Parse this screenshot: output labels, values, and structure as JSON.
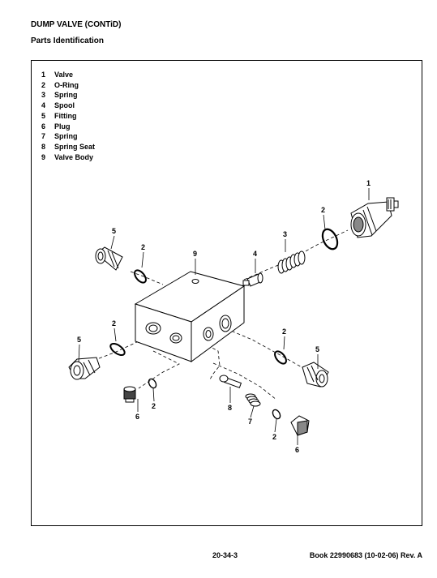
{
  "header": {
    "title": "DUMP VALVE (CONTiD)",
    "subtitle": "Parts Identification"
  },
  "legend": [
    {
      "num": "1",
      "label": "Valve"
    },
    {
      "num": "2",
      "label": "O-Ring"
    },
    {
      "num": "3",
      "label": "Spring"
    },
    {
      "num": "4",
      "label": "Spool"
    },
    {
      "num": "5",
      "label": "Fitting"
    },
    {
      "num": "6",
      "label": "Plug"
    },
    {
      "num": "7",
      "label": "Spring"
    },
    {
      "num": "8",
      "label": "Spring Seat"
    },
    {
      "num": "9",
      "label": "Valve Body"
    }
  ],
  "callouts": {
    "valve": "1",
    "oring_top": "2",
    "spring_top": "3",
    "spool": "4",
    "fitting_top_left": "5",
    "oring_top_left": "2",
    "valve_body": "9",
    "oring_left": "2",
    "fitting_left": "5",
    "oring_right": "2",
    "fitting_right": "5",
    "oring_bottom_left": "2",
    "plug_left": "6",
    "spring_seat": "8",
    "spring_small": "7",
    "oring_bottom_right": "2",
    "plug_right": "6"
  },
  "footer": {
    "page": "20-34-3",
    "book": "Book 22990683 (10-02-06) Rev. A"
  }
}
